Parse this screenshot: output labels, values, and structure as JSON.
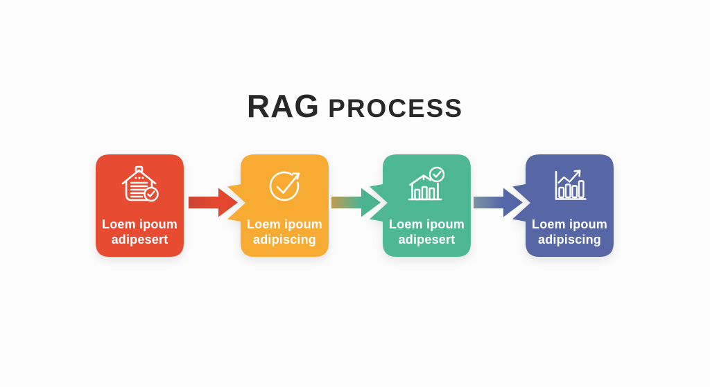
{
  "background_color": "#fdfdfd",
  "title": {
    "primary": "RAG",
    "secondary": "PROCESS",
    "color": "#282828"
  },
  "steps": [
    {
      "label_line1": "Loem ipoum",
      "label_line2": "adipesert",
      "color": "#e74b31",
      "icon": "house-document-check-icon"
    },
    {
      "label_line1": "Loem ipoum",
      "label_line2": "adipiscing",
      "color": "#f7ab33",
      "icon": "circle-check-arrow-icon"
    },
    {
      "label_line1": "Loem ipoum",
      "label_line2": "adipesert",
      "color": "#4eb794",
      "icon": "building-chart-check-icon"
    },
    {
      "label_line1": "Loem ipoum",
      "label_line2": "adipiscing",
      "color": "#5767a6",
      "icon": "bar-chart-growth-icon"
    }
  ],
  "connectors": [
    {
      "from_color": "#c94634",
      "to_color": "#e4472f"
    },
    {
      "from_color": "#c09a50",
      "to_color": "#4db492"
    },
    {
      "from_color": "#7b93a2",
      "to_color": "#5468a8"
    }
  ]
}
